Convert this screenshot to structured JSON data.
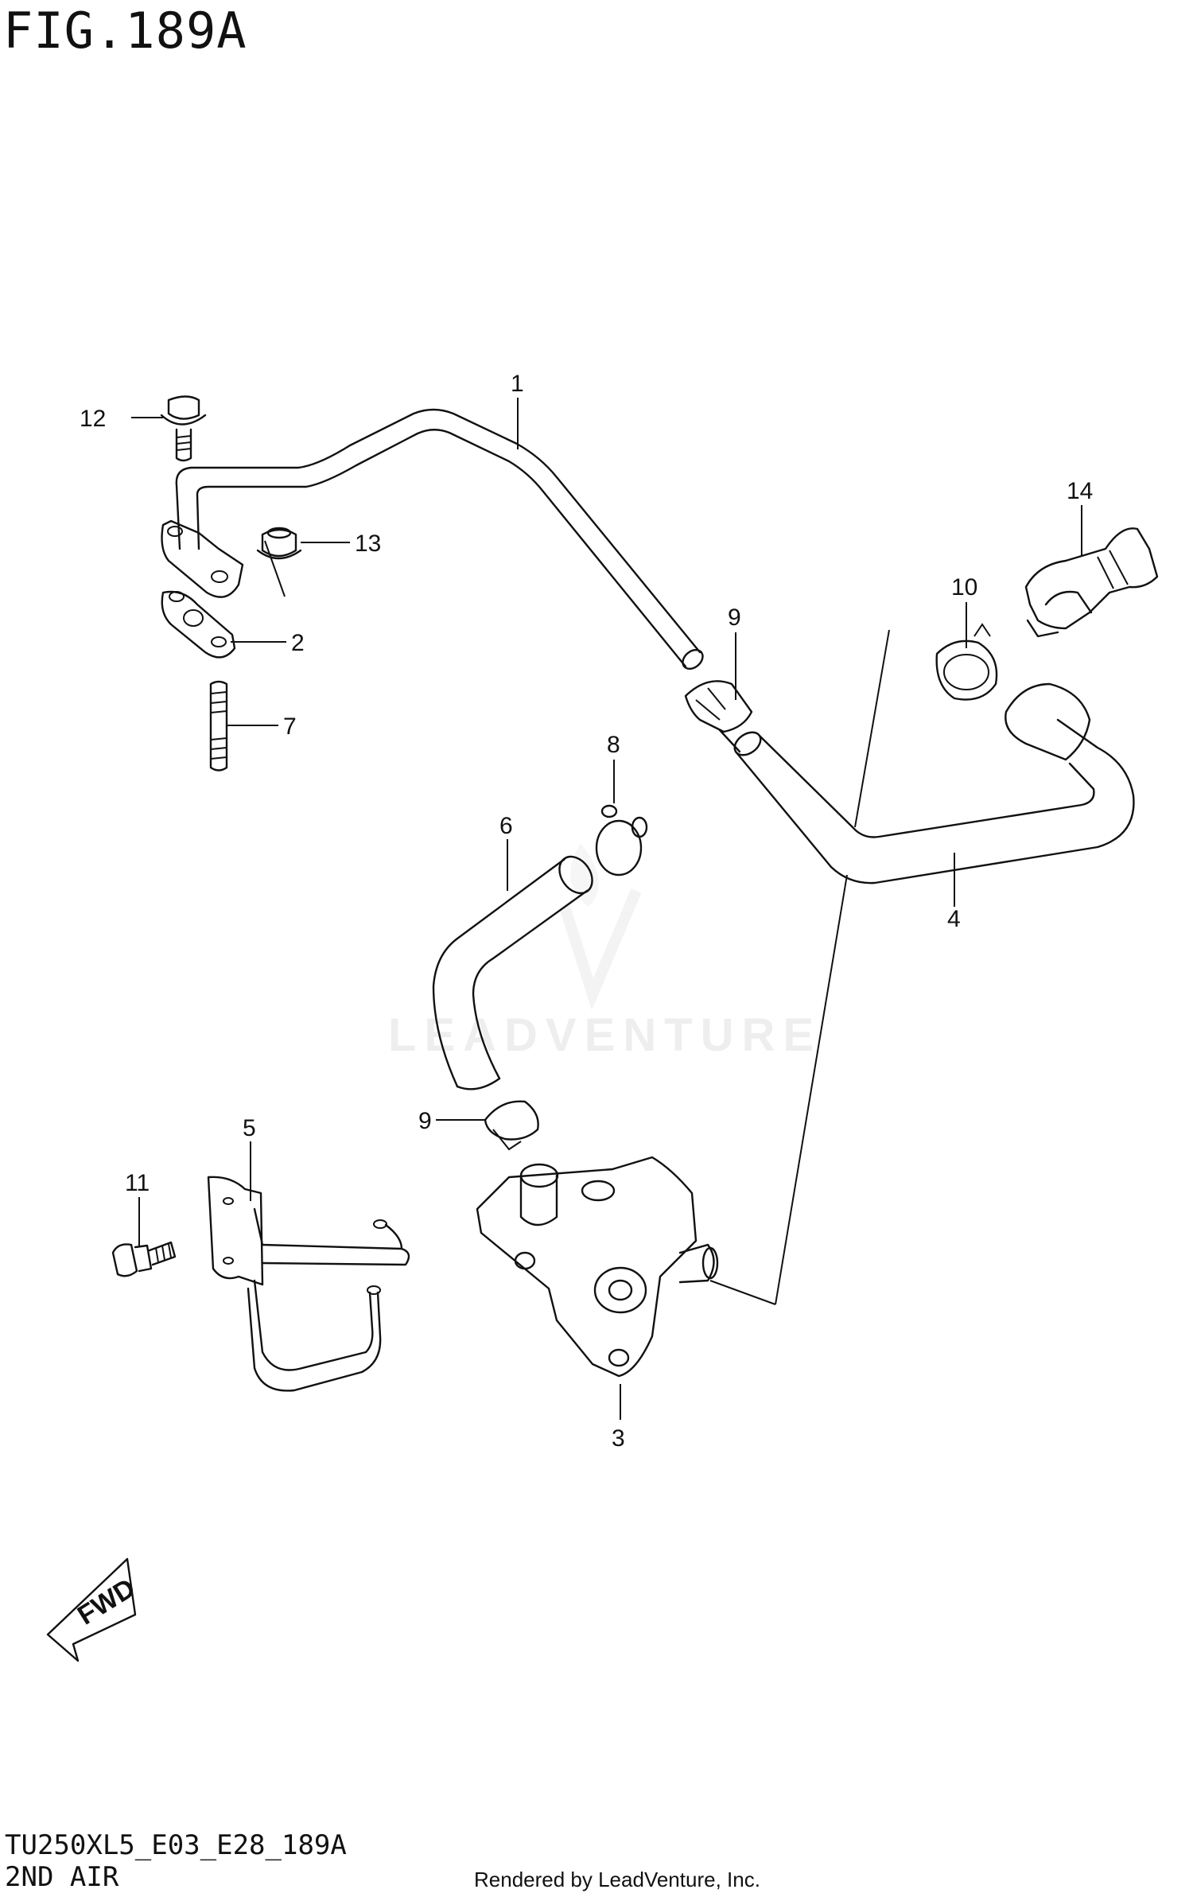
{
  "figure": {
    "title": "FIG.189A",
    "model_code": "TU250XL5_E03_E28_189A",
    "section_name": "2ND AIR",
    "credit": "Rendered by LeadVenture, Inc.",
    "watermark": "LEADVENTURE",
    "fwd_label": "FWD"
  },
  "callouts": [
    "1",
    "2",
    "3",
    "4",
    "5",
    "6",
    "7",
    "8",
    "9",
    "9",
    "10",
    "11",
    "12",
    "13",
    "14"
  ]
}
